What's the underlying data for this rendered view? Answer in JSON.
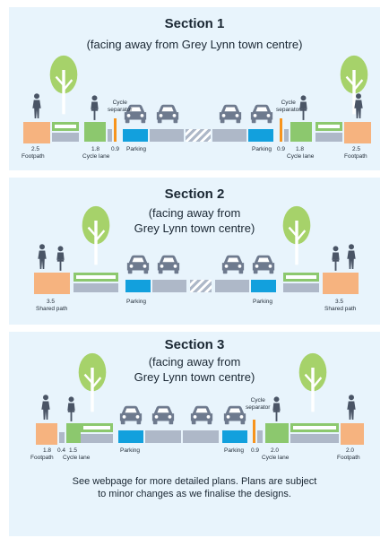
{
  "colors": {
    "background": "#e8f4fc",
    "footpath": "#f6b37f",
    "cycle_lane": "#8cc86e",
    "parking": "#12a0dd",
    "traffic_lane": "#aeb8c8",
    "separator": "#f7941d",
    "tree": "#a6d26a",
    "car": "#6e7a8e",
    "person": "#4a5566"
  },
  "icons": [
    "tree-icon",
    "person-icon",
    "cyclist-icon",
    "car-icon"
  ],
  "sections": [
    {
      "title": "Section 1",
      "subtitle_lines": [
        "(facing away from Grey Lynn town centre)"
      ],
      "labels": {
        "left_footpath_dim": "2.5",
        "left_footpath": "Footpath",
        "left_cycle_dim": "1.8",
        "left_cycle": "Cycle lane",
        "left_sep_dim": "0.9",
        "left_sep_top": "Cycle",
        "left_sep_bottom": "separator",
        "left_parking": "Parking",
        "right_parking": "Parking",
        "right_sep_dim": "0.9",
        "right_sep_top": "Cycle",
        "right_sep_bottom": "separator",
        "right_cycle_dim": "1.8",
        "right_cycle": "Cycle lane",
        "right_footpath_dim": "2.5",
        "right_footpath": "Footpath"
      }
    },
    {
      "title": "Section 2",
      "subtitle_lines": [
        "(facing away from",
        "Grey Lynn town centre)"
      ],
      "labels": {
        "left_shared_dim": "3.5",
        "left_shared": "Shared path",
        "left_parking": "Parking",
        "right_parking": "Parking",
        "right_shared_dim": "3.5",
        "right_shared": "Shared path"
      }
    },
    {
      "title": "Section 3",
      "subtitle_lines": [
        "(facing away from",
        "Grey Lynn town centre)"
      ],
      "labels": {
        "left_footpath_dim": "1.8",
        "left_footpath": "Footpath",
        "left_gap_dim": "0.4",
        "left_cycle_dim": "1.5",
        "left_cycle": "Cycle lane",
        "left_parking": "Parking",
        "right_parking": "Parking",
        "right_sep_top": "Cycle",
        "right_sep_bottom": "separator",
        "right_sep_dim": "0.9",
        "right_cycle_dim": "2.0",
        "right_cycle": "Cycle lane",
        "right_footpath_dim": "2.0",
        "right_footpath": "Footpath"
      },
      "note_lines": [
        "See webpage for more detailed plans. Plans are subject",
        "to minor changes as we finalise the designs."
      ]
    }
  ]
}
